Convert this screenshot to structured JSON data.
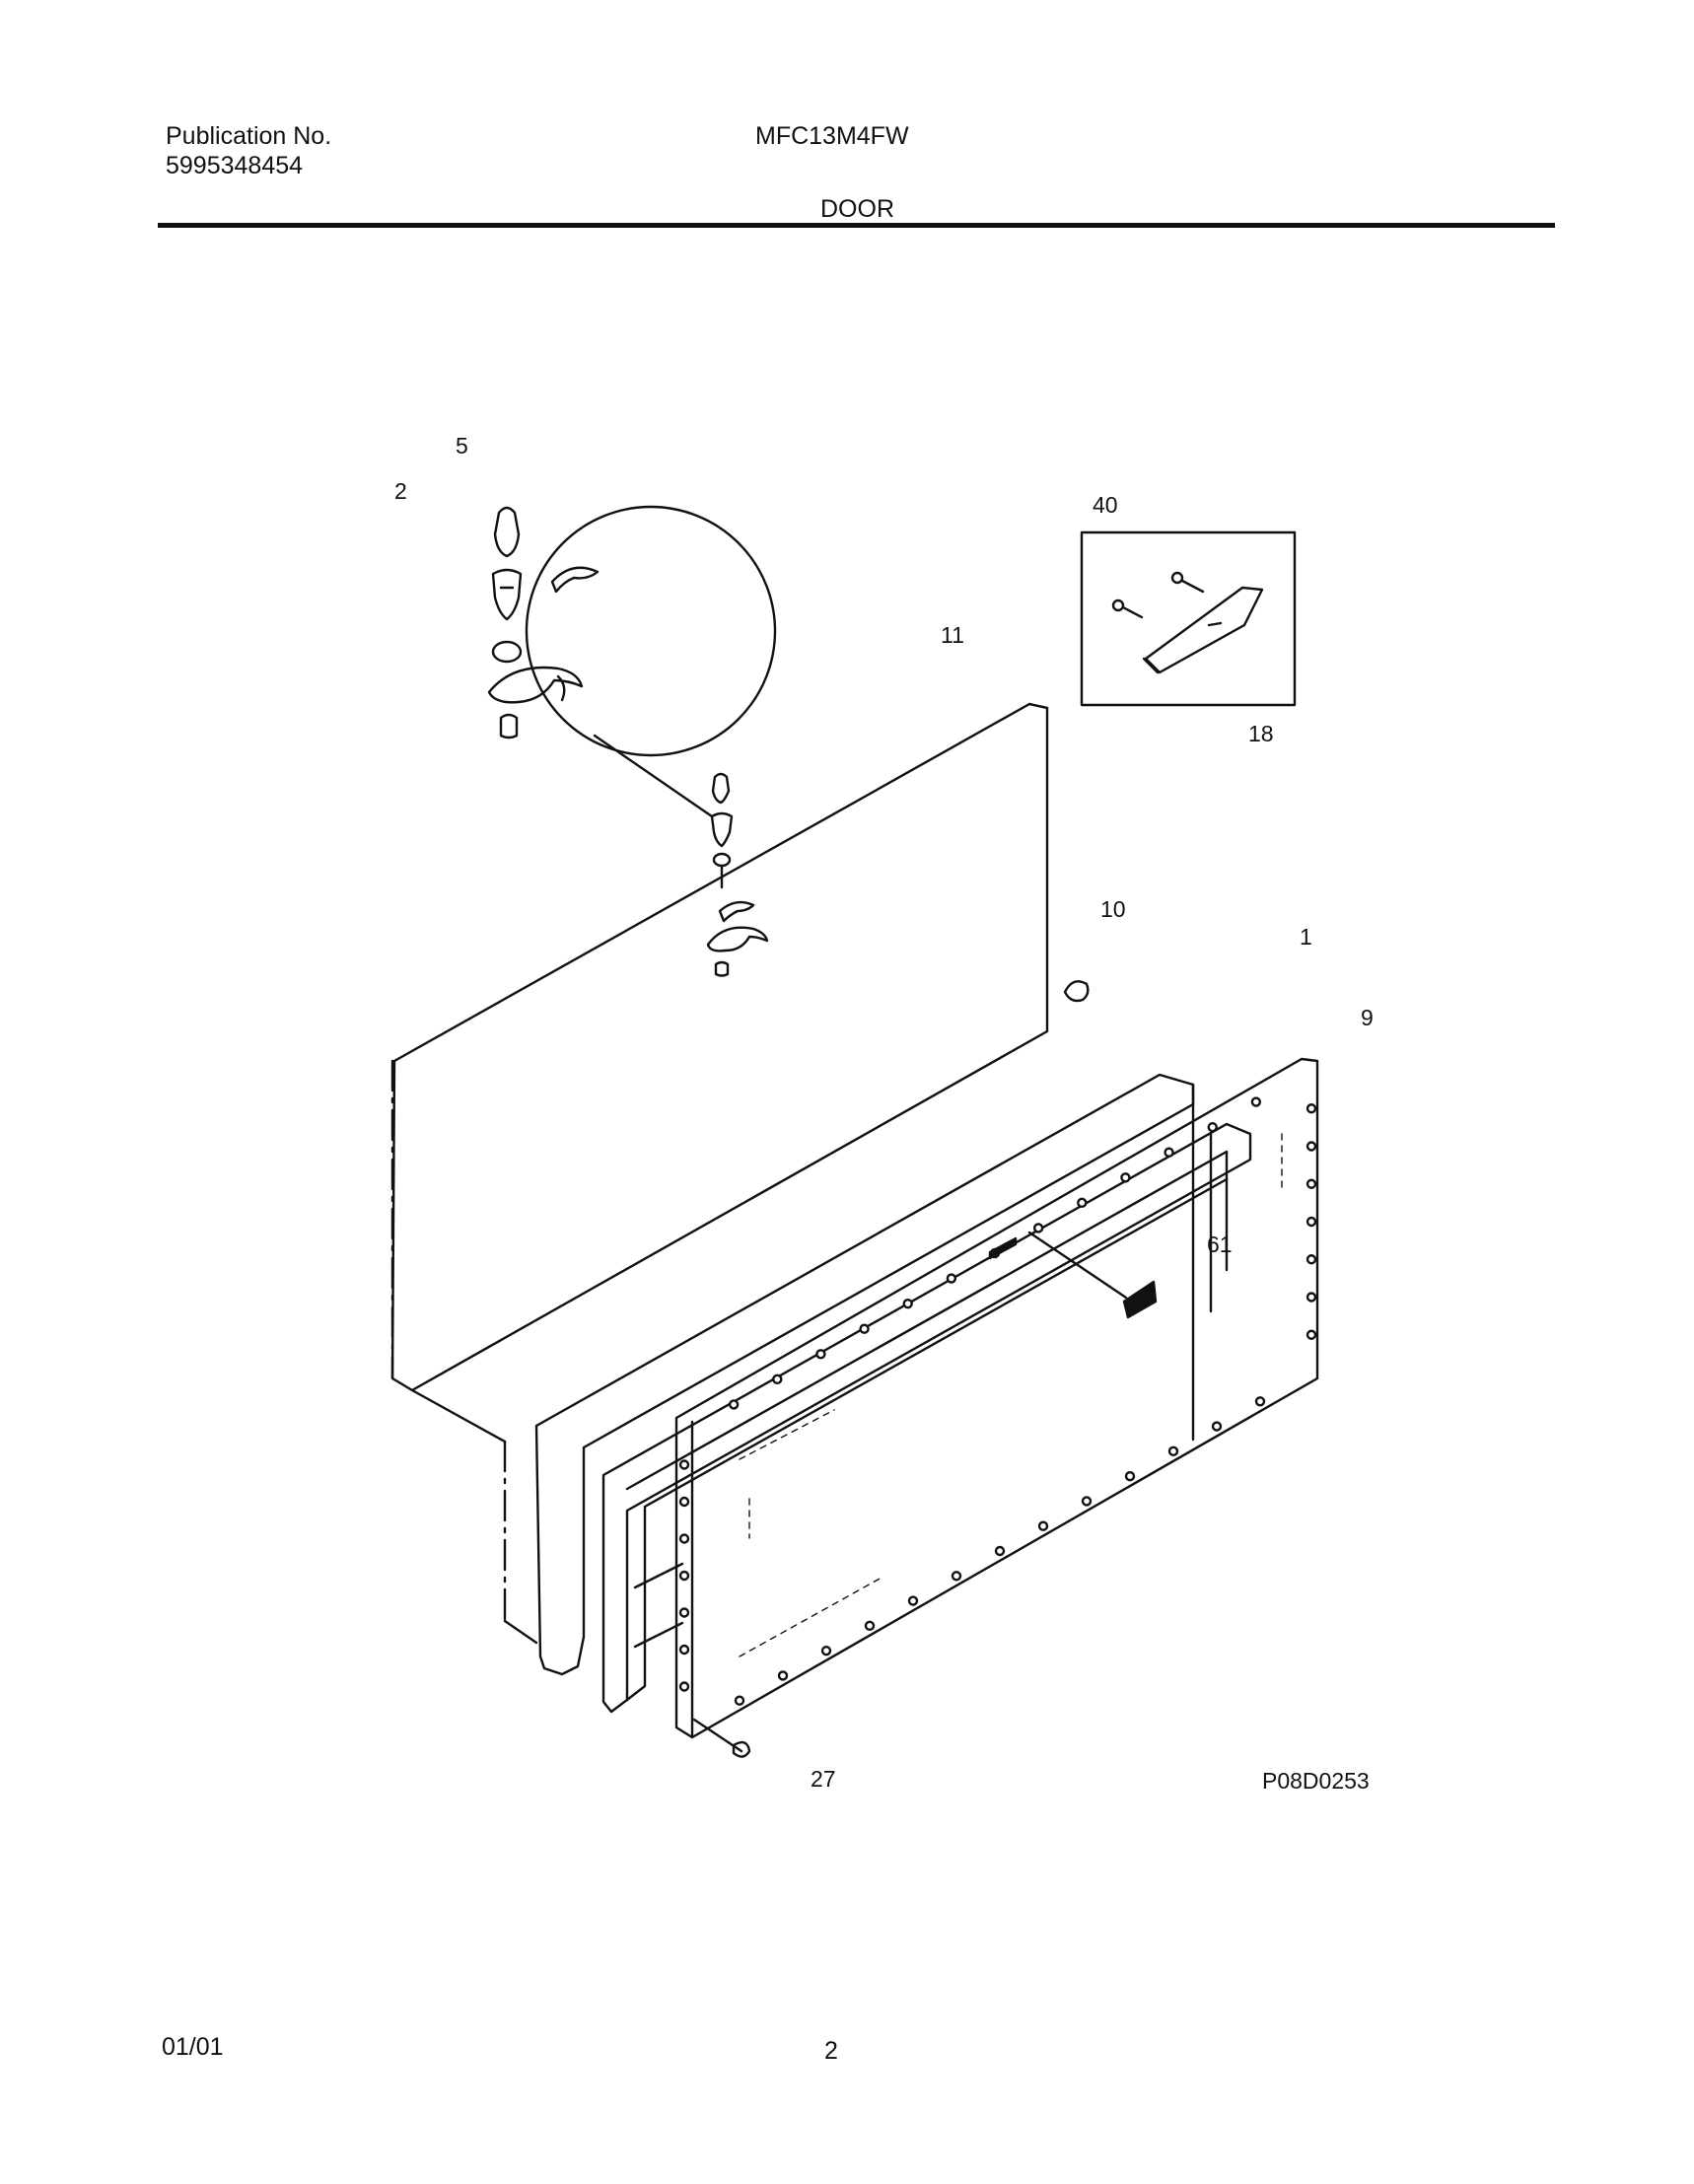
{
  "header": {
    "publication_label": "Publication No.",
    "publication_number": "5995348454",
    "model": "MFC13M4FW",
    "section_title": "DOOR"
  },
  "callouts": {
    "c5": "5",
    "c2": "2",
    "c40": "40",
    "c11": "11",
    "c18": "18",
    "c10": "10",
    "c1": "1",
    "c9": "9",
    "c61": "61",
    "c27": "27"
  },
  "figure_code": "P08D0253",
  "footer": {
    "date": "01/01",
    "page": "2"
  }
}
